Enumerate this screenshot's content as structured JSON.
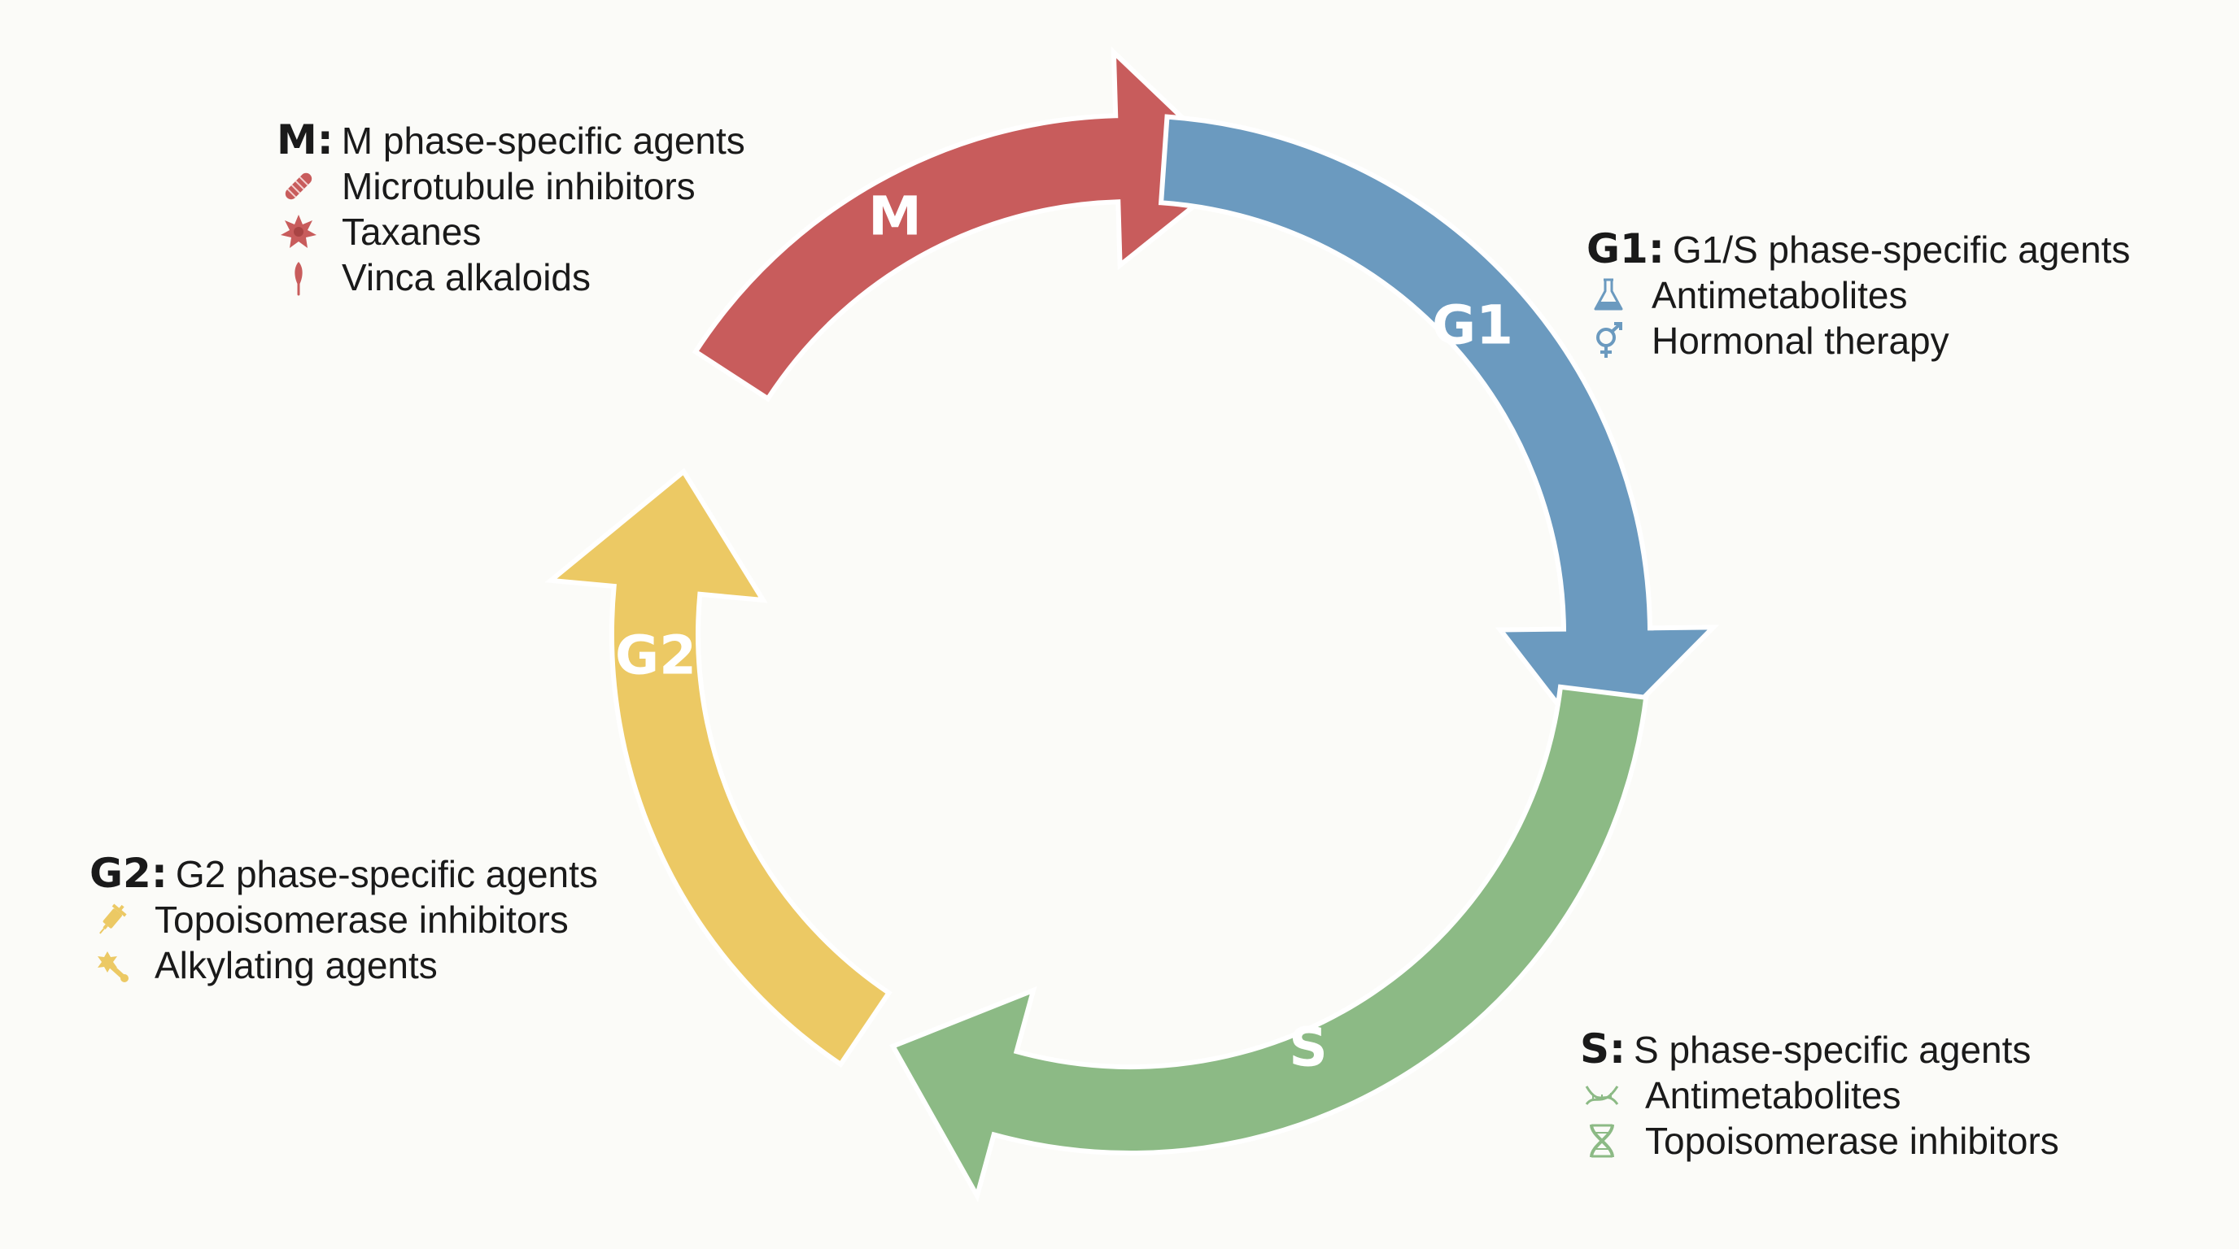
{
  "colors": {
    "m": "#c85c5c",
    "g1": "#6b9abf",
    "s": "#8cba85",
    "g2": "#ecc964",
    "text": "#1a1a1a",
    "background": "#fbfbf8"
  },
  "phases": {
    "m": {
      "label": "M"
    },
    "g1": {
      "label": "G1"
    },
    "s": {
      "label": "S"
    },
    "g2": {
      "label": "G2"
    }
  },
  "legends": {
    "m": {
      "key": "M:",
      "title": "M phase-specific agents",
      "items": [
        {
          "icon": "microtubule-icon",
          "label": "Microtubule inhibitors"
        },
        {
          "icon": "taxane-molecule-icon",
          "label": "Taxanes"
        },
        {
          "icon": "vinca-plant-icon",
          "label": "Vinca alkaloids"
        }
      ]
    },
    "g1": {
      "key": "G1:",
      "title": "G1/S phase-specific agents",
      "items": [
        {
          "icon": "flask-icon",
          "label": "Antimetabolites"
        },
        {
          "icon": "gender-symbol-icon",
          "label": "Hormonal therapy"
        }
      ]
    },
    "g2": {
      "key": "G2:",
      "title": "G2 phase-specific agents",
      "items": [
        {
          "icon": "syringe-icon",
          "label": "Topoisomerase inhibitors"
        },
        {
          "icon": "alkylating-molecule-icon",
          "label": "Alkylating agents"
        }
      ]
    },
    "s": {
      "key": "S:",
      "title": "S phase-specific agents",
      "items": [
        {
          "icon": "dna-strand-icon",
          "label": "Antimetabolites"
        },
        {
          "icon": "dna-helix-icon",
          "label": "Topoisomerase inhibitors"
        }
      ]
    }
  }
}
